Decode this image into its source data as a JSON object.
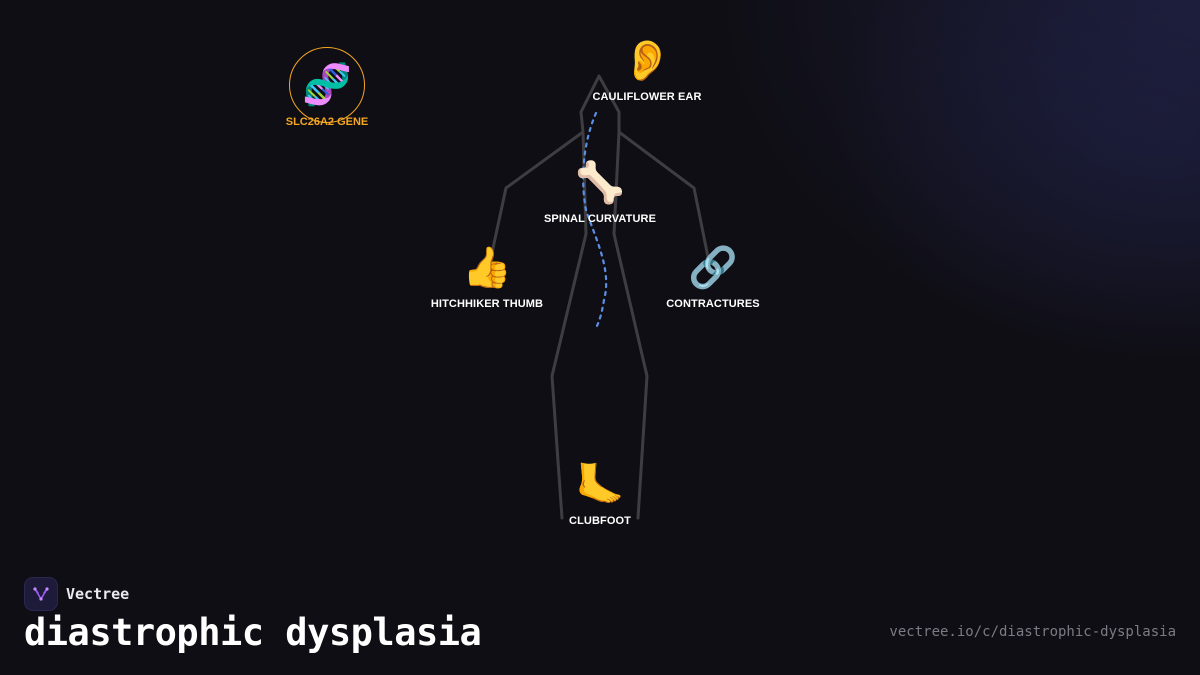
{
  "brand": {
    "name": "Vectree",
    "logo_icon": "vectree-logo-icon",
    "accent_color": "#9b5cf0"
  },
  "title": "diastrophic dysplasia",
  "url": "vectree.io/c/diastrophic-dysplasia",
  "gene": {
    "label": "SLC26A2 GENE",
    "icon": "dna-icon",
    "emoji": "🧬",
    "color": "#f5a623"
  },
  "features": [
    {
      "id": "cauliflower-ear",
      "label": "CAULIFLOWER EAR",
      "icon": "ear-icon",
      "emoji": "👂"
    },
    {
      "id": "spinal-curvature",
      "label": "SPINAL CURVATURE",
      "icon": "bone-icon",
      "emoji": "🦴"
    },
    {
      "id": "hitchhiker-thumb",
      "label": "HITCHHIKER THUMB",
      "icon": "thumbs-up-icon",
      "emoji": "👍"
    },
    {
      "id": "contractures",
      "label": "CONTRACTURES",
      "icon": "link-icon",
      "emoji": "🔗"
    },
    {
      "id": "clubfoot",
      "label": "CLUBFOOT",
      "icon": "foot-icon",
      "emoji": "🦶"
    }
  ],
  "colors": {
    "background": "#0f0e14",
    "body_outline": "#3d3d42",
    "spine_line": "#5b8fe6"
  }
}
